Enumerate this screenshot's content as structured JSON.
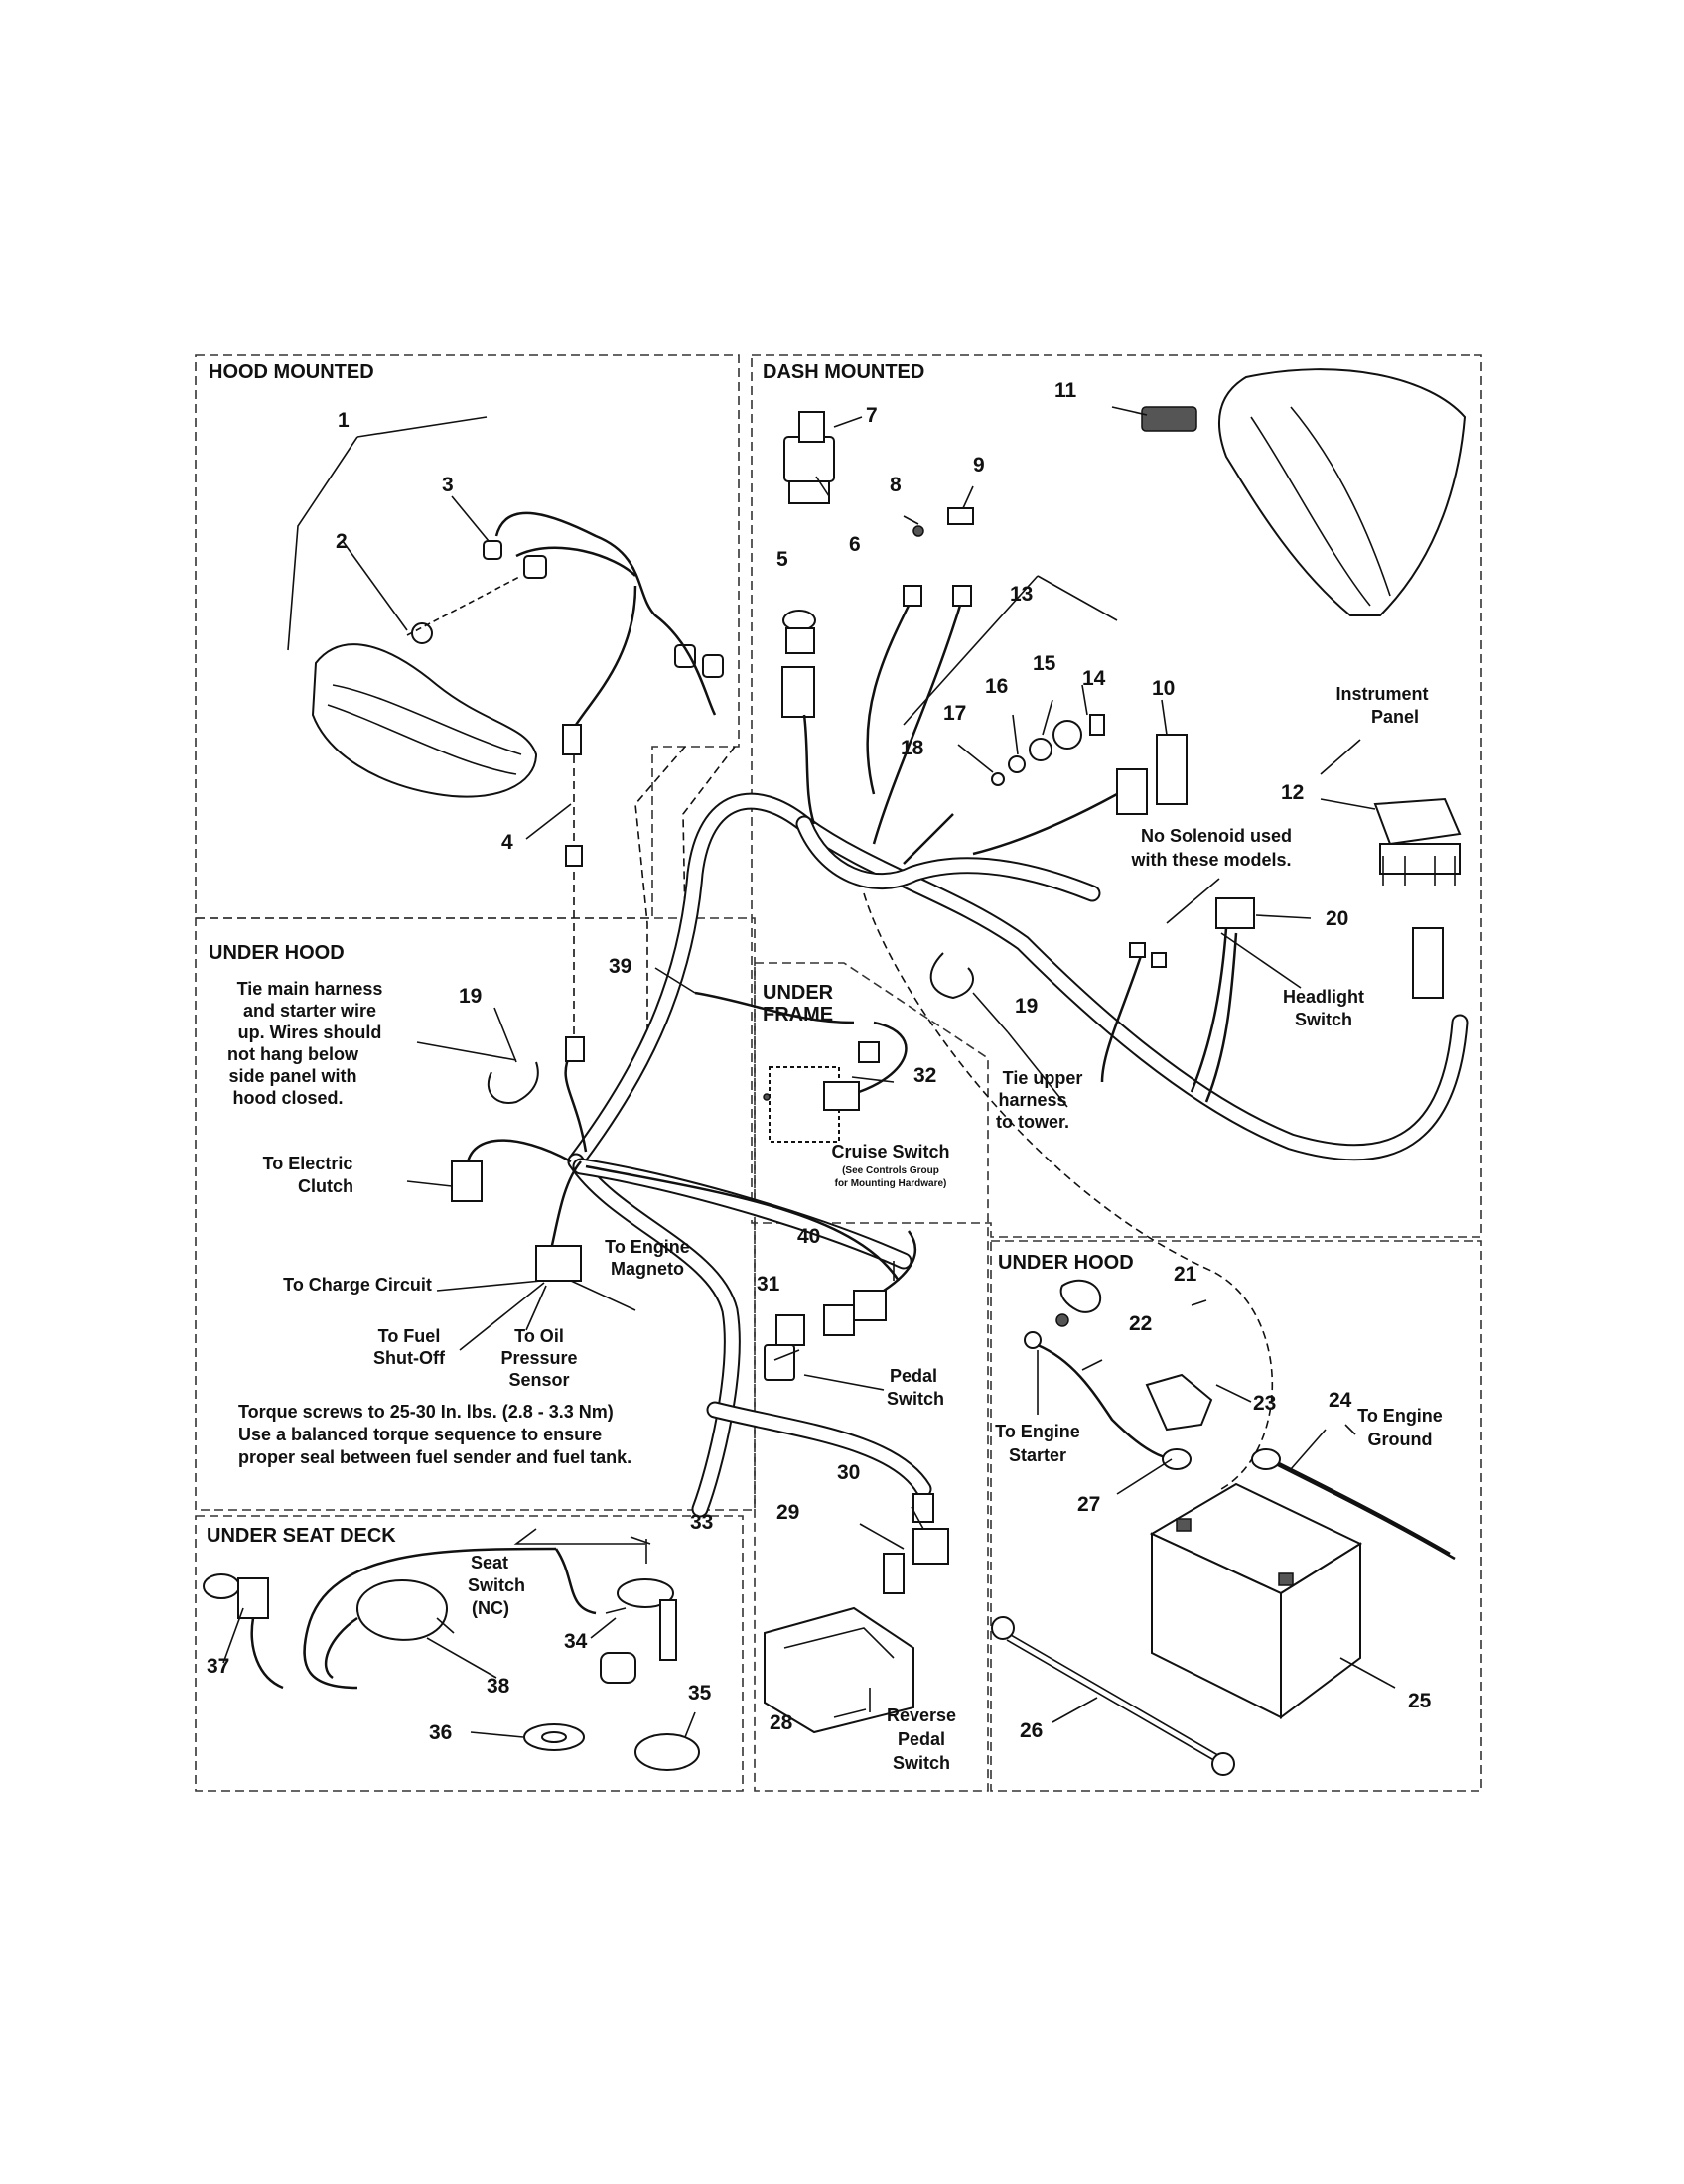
{
  "sections": {
    "hood_mounted": "HOOD MOUNTED",
    "dash_mounted": "DASH MOUNTED",
    "under_hood_left": "UNDER HOOD",
    "under_frame_1": "UNDER",
    "under_frame_2": "FRAME",
    "under_hood_right": "UNDER HOOD",
    "under_seat_deck": "UNDER SEAT DECK"
  },
  "callouts": [
    "1",
    "2",
    "3",
    "4",
    "5",
    "6",
    "7",
    "8",
    "9",
    "10",
    "11",
    "12",
    "13",
    "14",
    "15",
    "16",
    "17",
    "18",
    "19",
    "19",
    "20",
    "21",
    "22",
    "23",
    "24",
    "25",
    "26",
    "27",
    "28",
    "29",
    "30",
    "31",
    "32",
    "33",
    "34",
    "35",
    "36",
    "37",
    "38",
    "39",
    "40"
  ],
  "labels": {
    "instrument_panel_1": "Instrument",
    "instrument_panel_2": "Panel",
    "no_solenoid_1": "No Solenoid used",
    "no_solenoid_2": "with these models.",
    "headlight_switch_1": "Headlight",
    "headlight_switch_2": "Switch",
    "tie_main_1": "Tie main harness",
    "tie_main_2": "and starter wire",
    "tie_main_3": "up. Wires should",
    "tie_main_4": "not hang below",
    "tie_main_5": "side panel with",
    "tie_main_6": "hood closed.",
    "tie_upper_1": "Tie upper",
    "tie_upper_2": "harness",
    "tie_upper_3": "to tower.",
    "cruise_switch": "Cruise Switch",
    "cruise_note_1": "(See Controls Group",
    "cruise_note_2": "for Mounting Hardware)",
    "electric_clutch_1": "To Electric",
    "electric_clutch_2": "Clutch",
    "engine_magneto_1": "To Engine",
    "engine_magneto_2": "Magneto",
    "charge_circuit": "To Charge Circuit",
    "fuel_shutoff_1": "To Fuel",
    "fuel_shutoff_2": "Shut-Off",
    "oil_pressure_1": "To Oil",
    "oil_pressure_2": "Pressure",
    "oil_pressure_3": "Sensor",
    "torque_1": "Torque screws to 25-30 In. lbs. (2.8 - 3.3 Nm)",
    "torque_2": "Use a balanced torque sequence to ensure",
    "torque_3": "proper seal between fuel sender and fuel tank.",
    "pedal_switch_1": "Pedal",
    "pedal_switch_2": "Switch",
    "engine_starter_1": "To Engine",
    "engine_starter_2": "Starter",
    "engine_ground_1": "To Engine",
    "engine_ground_2": "Ground",
    "seat_switch_1": "Seat",
    "seat_switch_2": "Switch",
    "seat_switch_3": "(NC)",
    "reverse_pedal_1": "Reverse",
    "reverse_pedal_2": "Pedal",
    "reverse_pedal_3": "Switch"
  }
}
